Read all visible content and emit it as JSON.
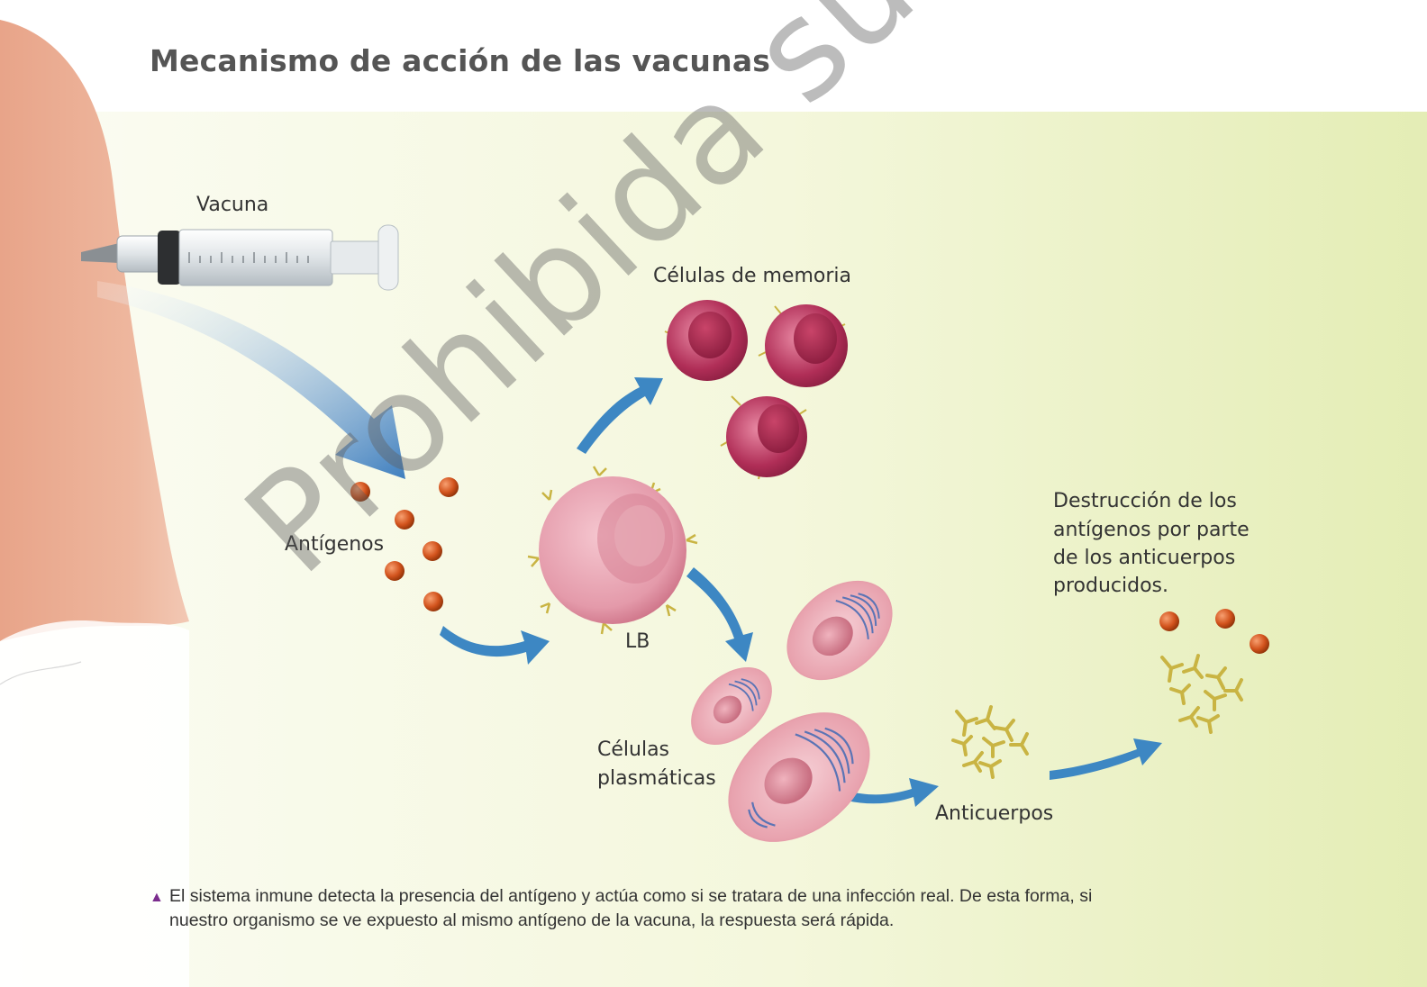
{
  "title": "Mecanismo de acción de las vacunas",
  "labels": {
    "vacuna": "Vacuna",
    "antigenos": "Antígenos",
    "memoria": "Células de memoria",
    "lb": "LB",
    "plasmaticas_1": "Células",
    "plasmaticas_2": "plasmáticas",
    "anticuerpos": "Anticuerpos",
    "destruccion_1": "Destrucción de los",
    "destruccion_2": "antígenos por parte",
    "destruccion_3": "de los anticuerpos",
    "destruccion_4": "producidos."
  },
  "caption": "El sistema inmune detecta la presencia del antígeno y actúa como si se tratara de una infección real. De esta forma, si nuestro organismo se ve expuesto al mismo antígeno de la vacuna, la respuesta será rápida.",
  "watermark": "Prohibida su reproducción",
  "colors": {
    "arrow": "#3d87c3",
    "antigen": "#d2531d",
    "memory_cell": "#b02e57",
    "antibody": "#c9b443",
    "caption_marker": "#7b2d8e"
  },
  "icons": {
    "caption_marker": "triangle-up-icon"
  }
}
